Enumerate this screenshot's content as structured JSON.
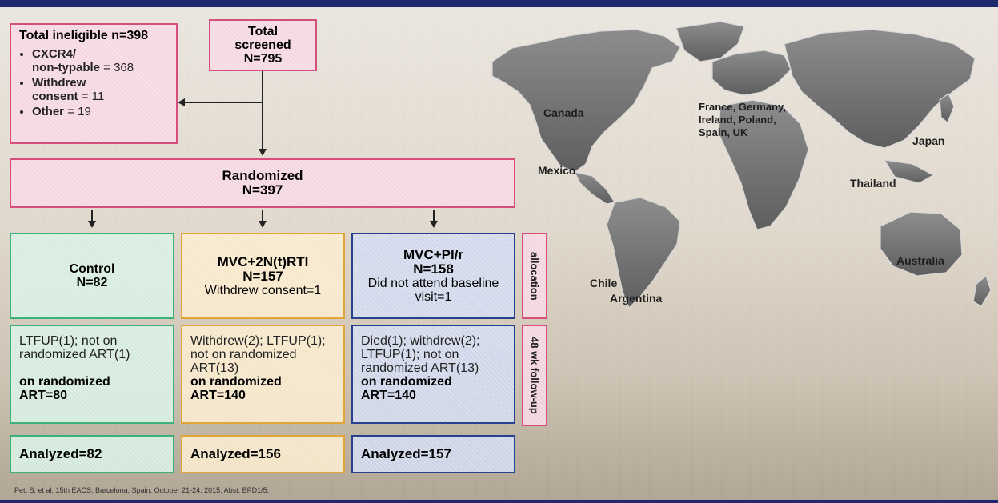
{
  "flow": {
    "total_screened": {
      "line1": "Total",
      "line2": "screened",
      "line3": "N=795"
    },
    "ineligible": {
      "title": "Total ineligible n=398",
      "items": [
        {
          "bold": "CXCR4/",
          "bold2": "non-typable",
          "rest": " = 368"
        },
        {
          "bold": "Withdrew",
          "bold2": "consent",
          "rest": " = 11"
        },
        {
          "bold": "Other",
          "bold2": "",
          "rest": " = 19"
        }
      ]
    },
    "randomized": {
      "line1": "Randomized",
      "line2": "N=397"
    },
    "arms": [
      {
        "name": "Control",
        "n": "N=82",
        "note": ""
      },
      {
        "name": "MVC+2N(t)RTI",
        "n": "N=157",
        "note": "Withdrew consent=1"
      },
      {
        "name": "MVC+PI/r",
        "n": "N=158",
        "note": "Did not attend baseline visit=1"
      }
    ],
    "followup": [
      {
        "text": "LTFUP(1); not on randomized ART(1)",
        "bold1": "on randomized",
        "bold2": "ART=80"
      },
      {
        "text": "Withdrew(2); LTFUP(1); not on randomized ART(13)",
        "bold1": "on randomized",
        "bold2": "ART=140"
      },
      {
        "text": "Died(1); withdrew(2); LTFUP(1); not on randomized ART(13)",
        "bold1": "on randomized",
        "bold2": "ART=140"
      }
    ],
    "analyzed": [
      "Analyzed=82",
      "Analyzed=156",
      "Analyzed=157"
    ],
    "side_labels": {
      "allocation": "allocation",
      "followup": "48 wk follow-up"
    }
  },
  "map": {
    "labels": {
      "canada": "Canada",
      "europe": "France, Germany, Ireland, Poland, Spain, UK",
      "japan": "Japan",
      "mexico": "Mexico",
      "thailand": "Thailand",
      "australia": "Australia",
      "chile": "Chile",
      "argentina": "Argentina"
    }
  },
  "citation": "Pett S, et al; 15th EACS, Barcelona, Spain, October 21-24, 2015; Abst. BPD1/5."
}
